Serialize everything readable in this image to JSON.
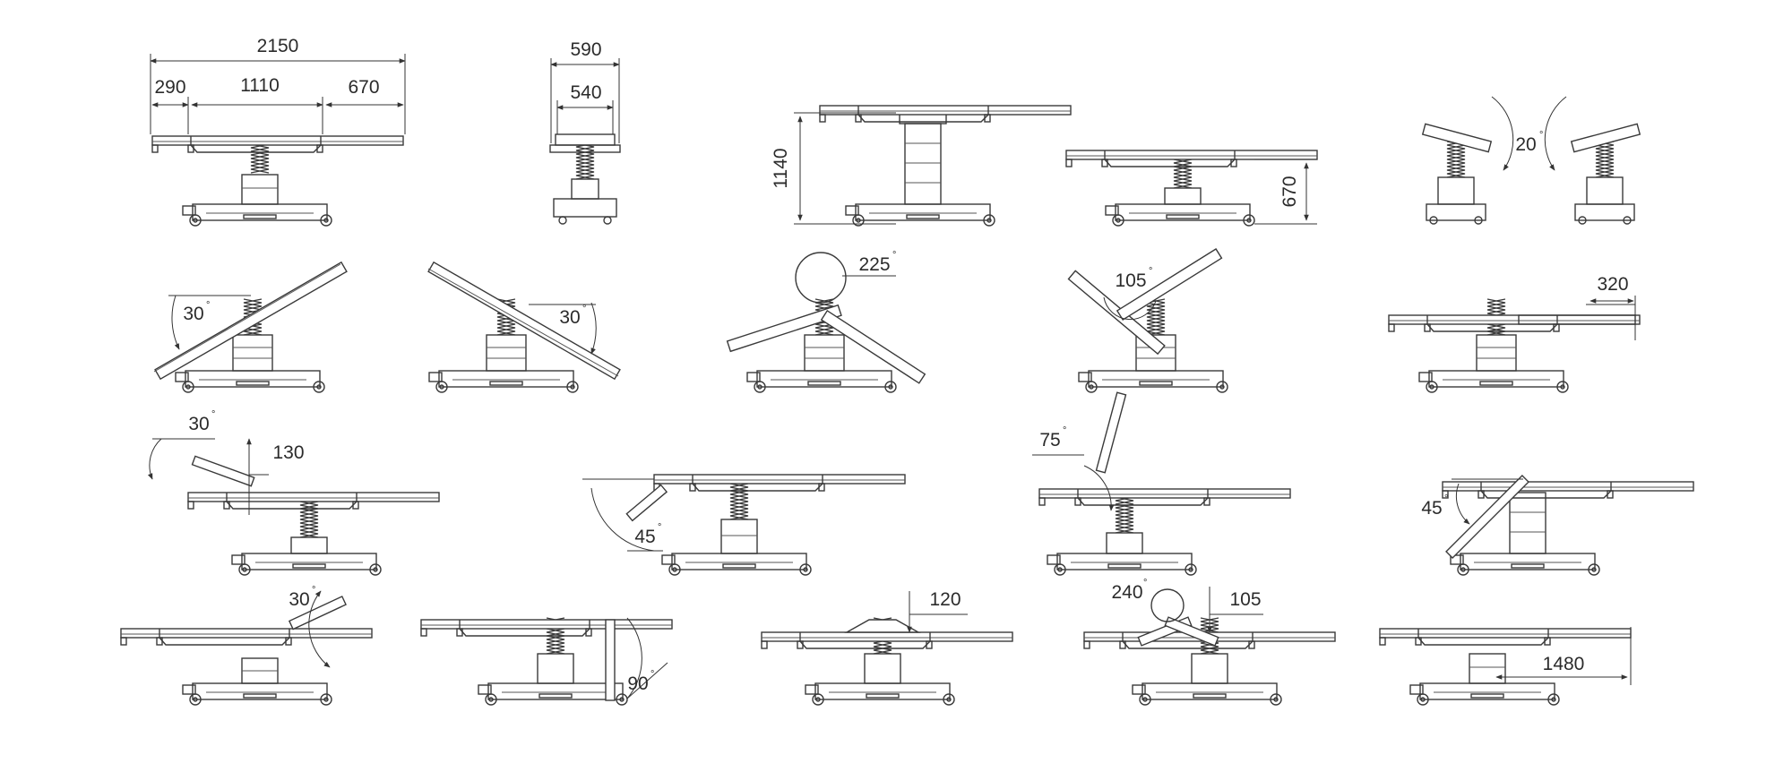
{
  "colors": {
    "background": "#ffffff",
    "line": "#3a3a3a",
    "text": "#2b2b2b"
  },
  "dimensions": {
    "total_length": "2150",
    "head_section": "290",
    "middle_section": "1110",
    "leg_section": "670",
    "width_outer": "590",
    "width_inner": "540",
    "max_height": "1140",
    "min_height": "670",
    "lateral_tilt": "20",
    "trendelenburg": "30",
    "reverse_trendelenburg": "30",
    "flex_angle": "225",
    "reflex_angle": "105",
    "longitudinal_slide": "320",
    "head_up": "30",
    "head_raise": "130",
    "head_down": "45",
    "back_up": "75",
    "leg_down": "45",
    "leg_up": "30",
    "leg_down_full": "90",
    "kidney_bridge": "120",
    "beach_chair": "240",
    "chair_drop": "105",
    "slide_total": "1480"
  }
}
